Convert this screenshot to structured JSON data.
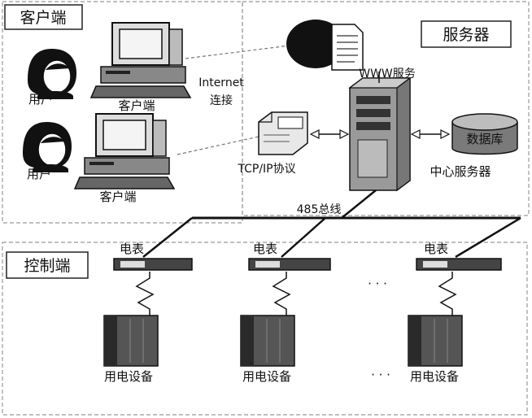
{
  "regions": {
    "client": "客户端",
    "server": "服务器",
    "control": "控制端"
  },
  "clients": [
    {
      "user": "用户",
      "terminal": "客户端"
    },
    {
      "user": "用户",
      "terminal": "客户端"
    }
  ],
  "connections": {
    "internet_line1": "Internet",
    "internet_line2": "连接",
    "tcp": "TCP/IP协议",
    "www": "WWW服务",
    "bus": "485总线"
  },
  "server": {
    "center": "中心服务器",
    "database": "数据库"
  },
  "meters": [
    "电表",
    "电表",
    "电表"
  ],
  "devices": [
    "用电设备",
    "用电设备",
    "用电设备"
  ],
  "ellipsis": "· · ·",
  "colors": {
    "line": "#111111",
    "dash": "#9a9a9a",
    "device": "#555555"
  }
}
